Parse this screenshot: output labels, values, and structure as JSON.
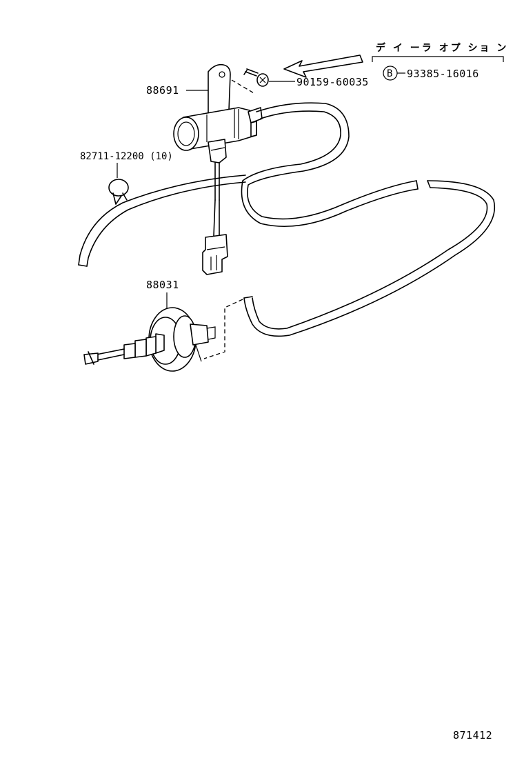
{
  "header": {
    "dealer_option": "デ イ ーラ オプ ショ ン",
    "bolt_marker": "B",
    "bolt_part_number": "93385-16016"
  },
  "parts": {
    "pump": "88691",
    "screw": "90159-60035",
    "clip": "82711-12200 (10)",
    "actuator": "88031"
  },
  "footer": {
    "diagram_id": "871412"
  }
}
